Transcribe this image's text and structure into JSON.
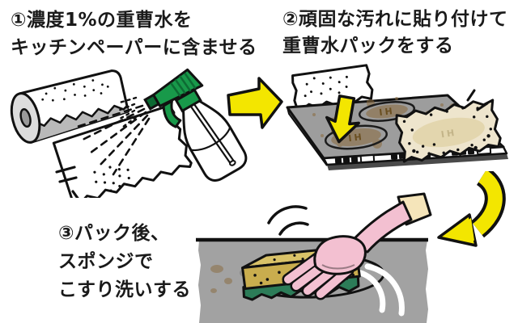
{
  "steps": [
    {
      "lines": [
        "①濃度1%の重曹水を",
        "キッチンペーパーに含ませる"
      ]
    },
    {
      "lines": [
        "②頑固な汚れに貼り付けて",
        "重曹水パックをする"
      ]
    },
    {
      "lines": [
        "③パック後、",
        "スポンジで",
        "こすり洗いする"
      ]
    }
  ],
  "cooktop": {
    "burner_label": "IH"
  },
  "icons": {
    "step1_to_step2": "yellow-block-arrow-right",
    "paper_to_cooktop": "yellow-block-arrow-down",
    "step2_to_step3": "yellow-curved-arrow-down-left"
  },
  "colors": {
    "arrow_yellow": "#f3e600",
    "spray_green": "#18994a",
    "spray_green_dark": "#0d6a33",
    "cooktop_gray": "#9d9d9d",
    "counter_gray": "#a2a2a2",
    "stain_brown": "#8a6a3c",
    "burner_label_brown": "#6a4f21",
    "glove_pink": "#f3c0d1",
    "sleeve_cream": "#f5e5ba",
    "sponge_yellow": "#d9c268",
    "sponge_front": "#c9ad4e",
    "scrub_green": "#2c7c58",
    "text_black": "#1a1a1a"
  }
}
